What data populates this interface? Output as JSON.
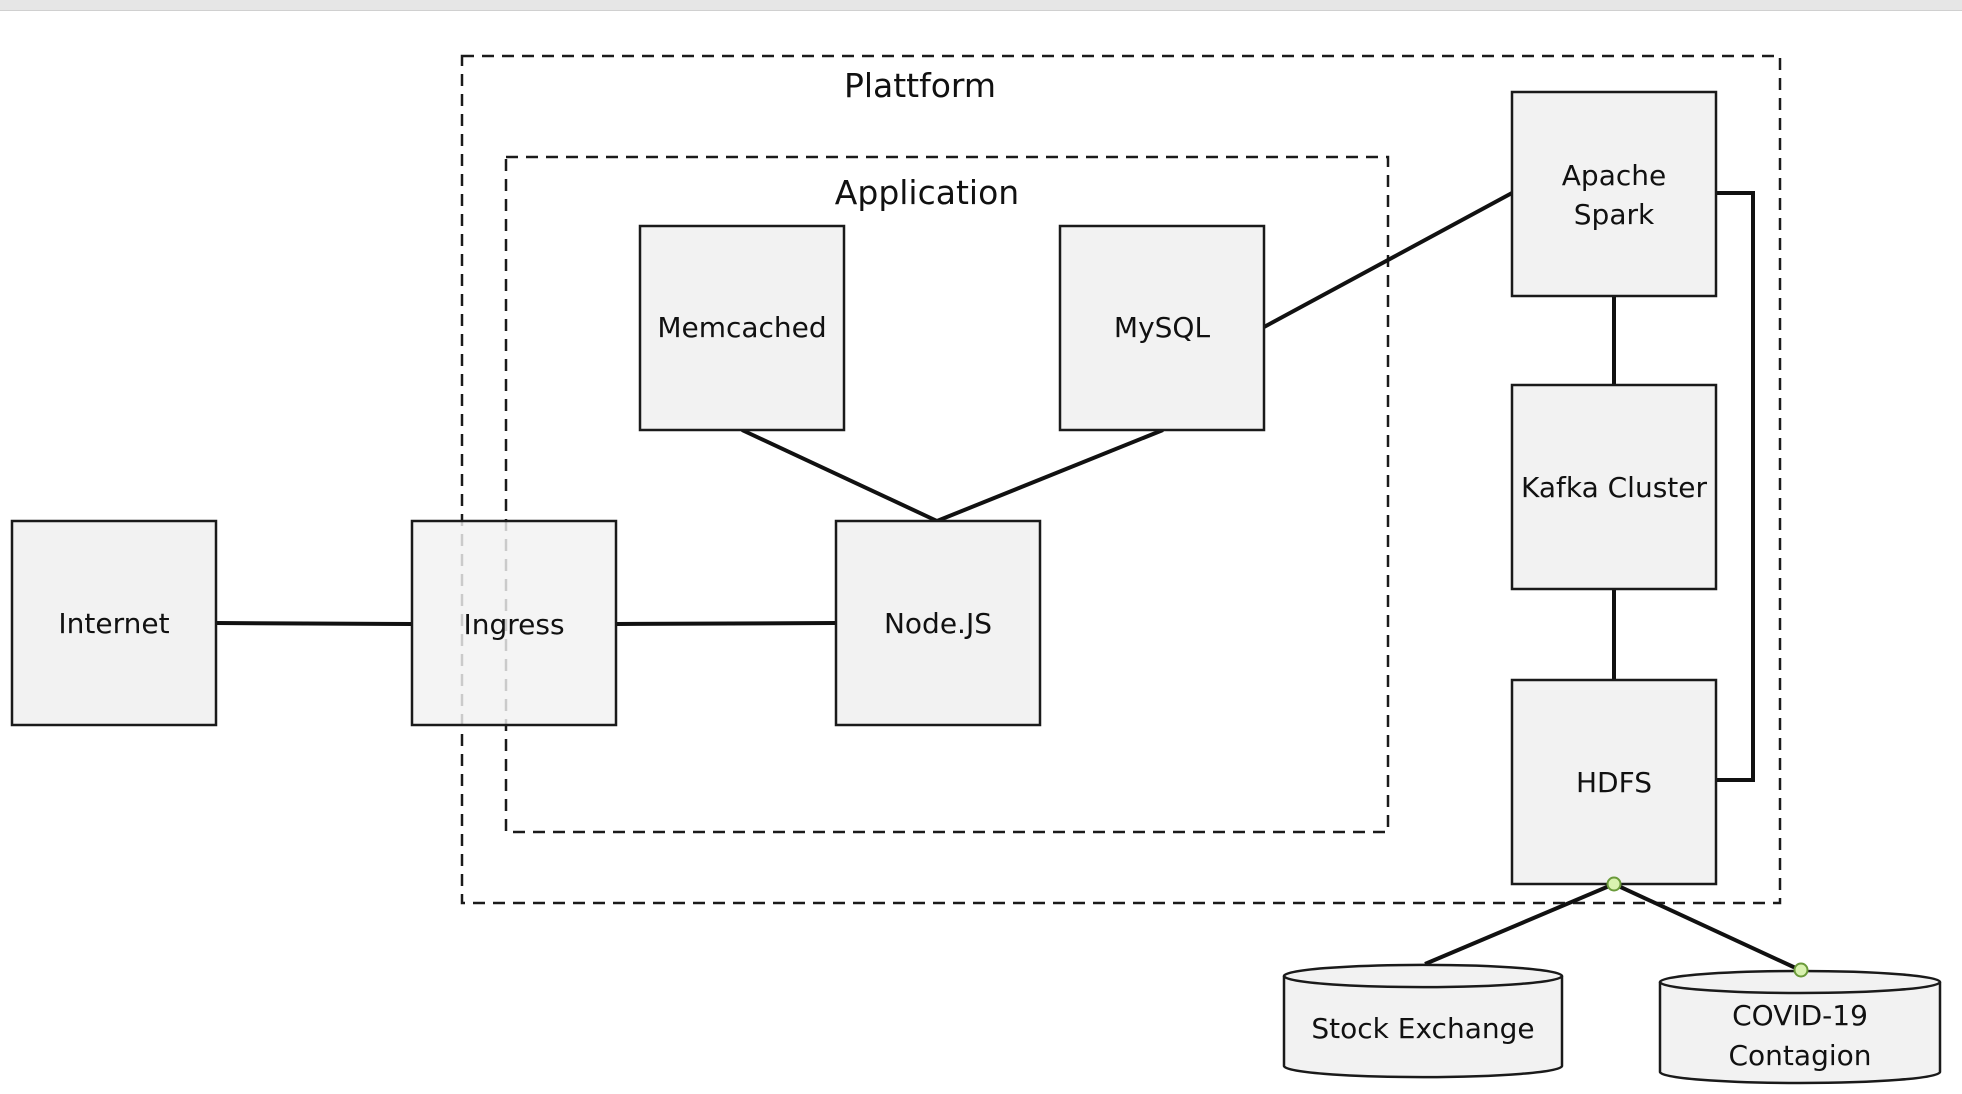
{
  "groups": {
    "platform": "Plattform",
    "application": "Application"
  },
  "nodes": {
    "internet": "Internet",
    "ingress": "Ingress",
    "nodejs": "Node.JS",
    "memcached": "Memcached",
    "mysql": "MySQL",
    "spark_line1": "Apache",
    "spark_line2": "Spark",
    "kafka": "Kafka Cluster",
    "hdfs": "HDFS"
  },
  "sources": {
    "stock": "Stock Exchange",
    "covid_line1": "COVID-19",
    "covid_line2": "Contagion"
  },
  "colors": {
    "box_fill": "#f2f2f2",
    "stroke": "#111111",
    "handle_fill": "#d9f2b0"
  }
}
